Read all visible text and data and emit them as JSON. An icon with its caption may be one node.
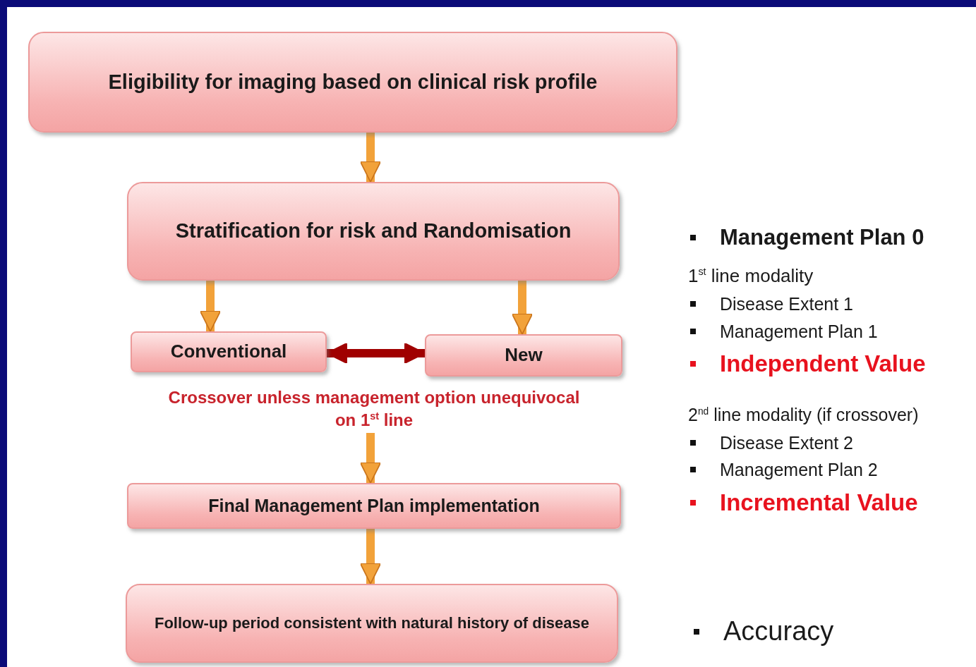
{
  "diagram": {
    "nodes": [
      {
        "text": [
          "Eligibility for imaging based on clinical risk profile"
        ]
      },
      {
        "text": [
          "Stratification for risk and Randomisation"
        ]
      },
      {
        "text": [
          "Conventional"
        ]
      },
      {
        "text": [
          "New"
        ]
      },
      {
        "text": [
          "Crossover unless management option unequivocal on 1$^{st}$ line"
        ]
      },
      {
        "text": [
          "Final Management Plan implementation"
        ]
      },
      {
        "text": [
          "Follow-up period consistent with natural history of disease"
        ]
      }
    ],
    "edges": [
      {
        "from": 0,
        "to": 1,
        "arrow": "to"
      },
      {
        "from": 1,
        "to": 2,
        "arrow": "to"
      },
      {
        "from": 1,
        "to": 3,
        "arrow": "to"
      },
      {
        "from": 2,
        "to": 3,
        "arrow": "both",
        "color": "#a00000"
      },
      {
        "from": 4,
        "to": 5,
        "arrow": "to"
      },
      {
        "from": 5,
        "to": 6,
        "arrow": "to"
      }
    ],
    "labels": [
      "Management Plan 0",
      "1$^{st}$ line modality",
      "Disease Extent 1",
      "Management Plan 1",
      "Independent Value",
      "2$^{nd}$ line modality (if crossover)",
      "Disease Extent 2",
      "Management Plan 2",
      "Incremental Value",
      "Accuracy"
    ]
  }
}
